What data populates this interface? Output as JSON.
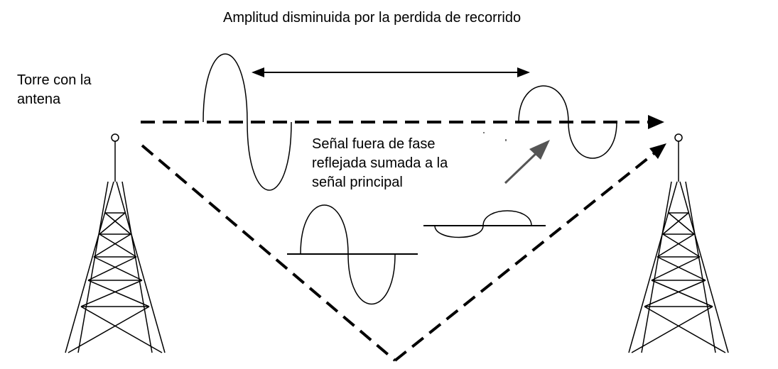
{
  "title": "Amplitud disminuida por la perdida de recorrido",
  "tower_label": {
    "line1": "Torre con la",
    "line2": "antena"
  },
  "phase_label": {
    "line1": "Señal fuera de fase",
    "line2": "reflejada sumada a la",
    "line3": "señal principal"
  },
  "colors": {
    "line": "#000000",
    "arrow": "#555555",
    "background": "#ffffff"
  }
}
